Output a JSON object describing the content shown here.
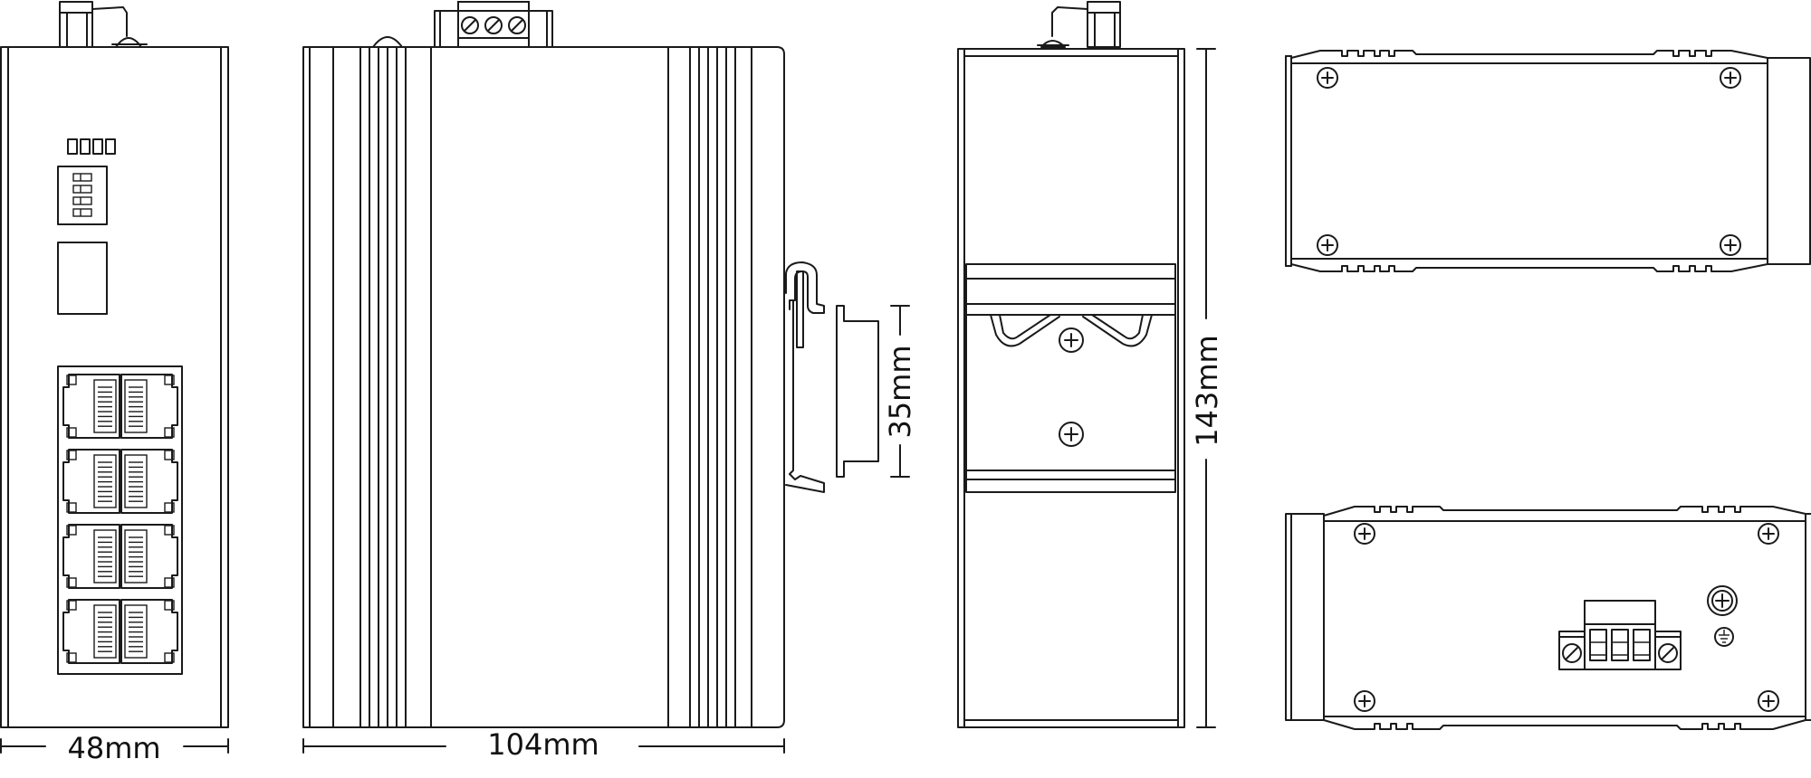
{
  "dimensions": {
    "width_front": "48mm",
    "depth_side": "104mm",
    "din_rail": "35mm",
    "height": "143mm"
  },
  "colors": {
    "line": "#1a1a1a",
    "background": "#ffffff"
  },
  "symbols": {
    "ground": "ground-icon",
    "screw": "screw-icon"
  }
}
